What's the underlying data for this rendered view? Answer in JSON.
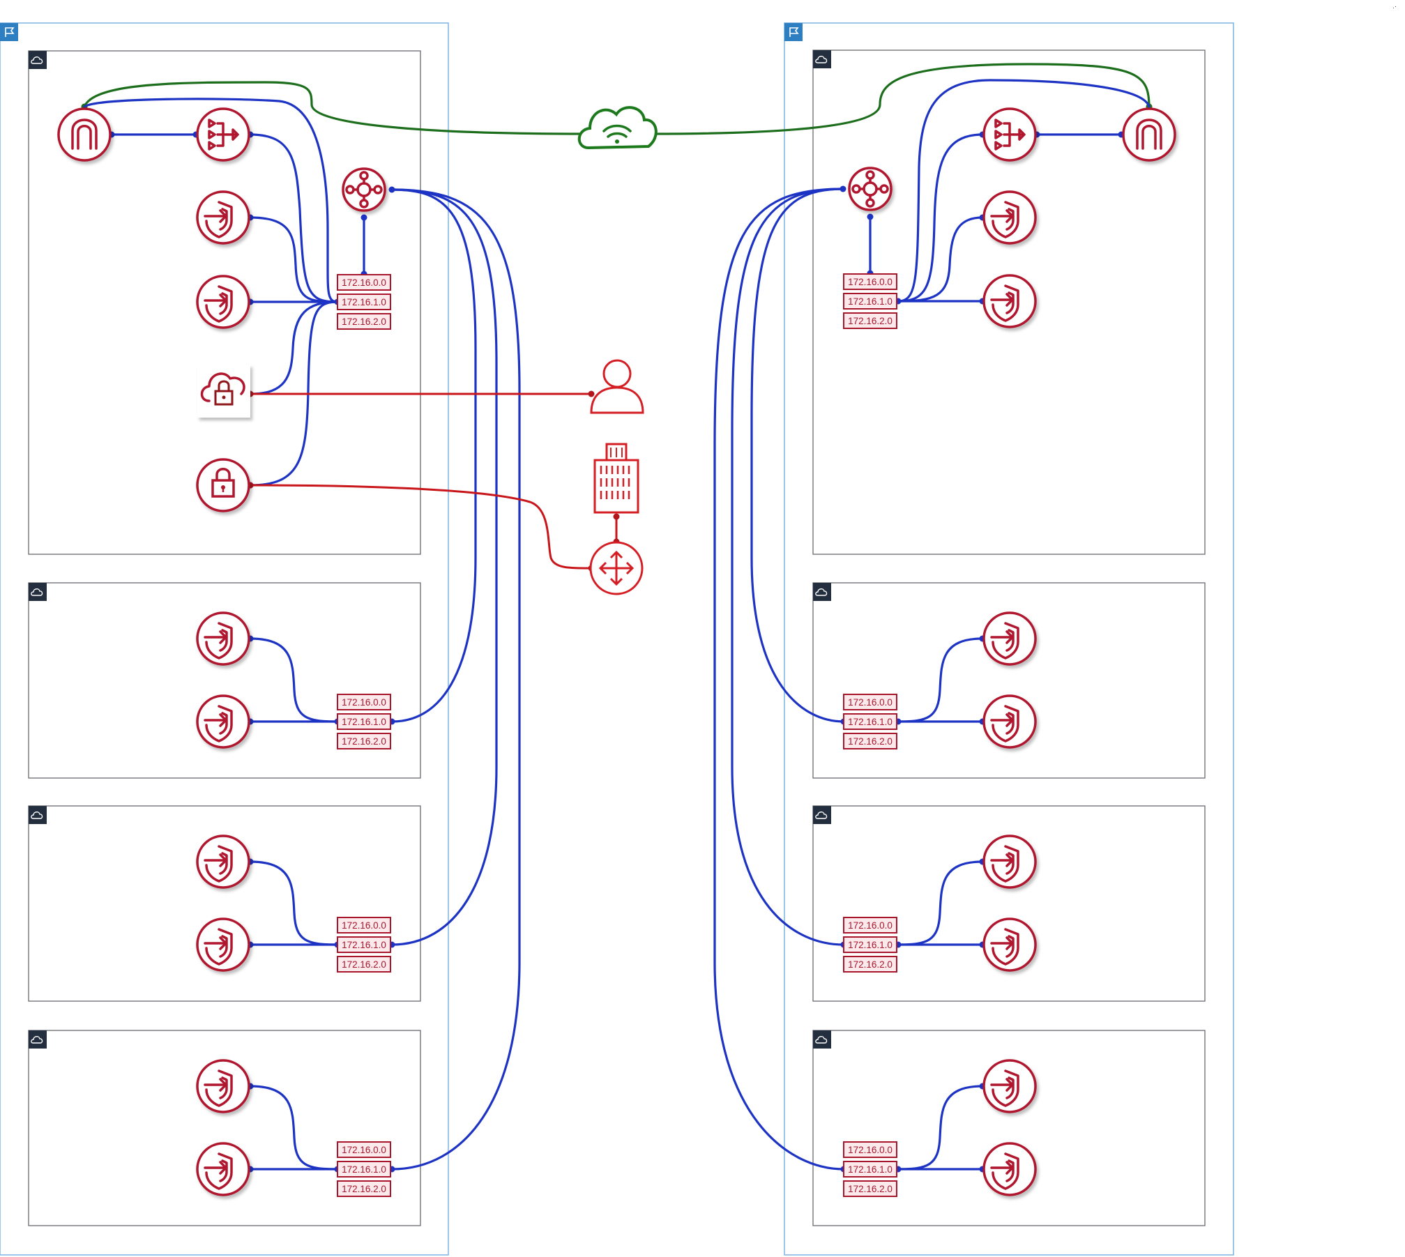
{
  "subnets": {
    "cidr_0": "172.16.0.0",
    "cidr_1": "172.16.1.0",
    "cidr_2": "172.16.2.0"
  },
  "colors": {
    "connection_blue": "#1d33c4",
    "connection_red": "#c8161b",
    "connection_green": "#1c6e1c",
    "icon_red": "#b0162e",
    "region_border": "#7fb3e0",
    "region_badge": "#2e7fc1",
    "vpc_badge": "#232f3e"
  },
  "icons": {
    "region": "flag-icon",
    "vpc": "cloud-icon",
    "internet_gateway": "internet-gateway-icon",
    "load_balancer": "load-balancer-icon",
    "endpoint": "endpoint-shield-icon",
    "vpn_gateway": "vpn-gateway-cloud-lock-icon",
    "lock": "lock-icon",
    "transit_gateway": "transit-gateway-icon",
    "internet": "wifi-cloud-icon",
    "user": "user-icon",
    "corporate_data_center": "office-building-icon",
    "router": "router-icon"
  }
}
